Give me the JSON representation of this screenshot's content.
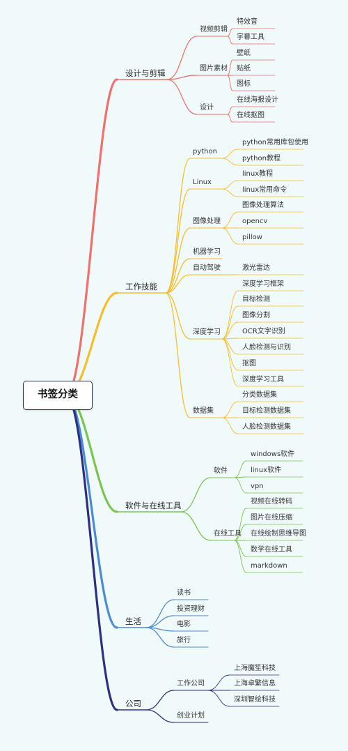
{
  "root": "书签分类",
  "colors": {
    "design": "#f0706a",
    "work": "#f7be29",
    "software": "#7bc452",
    "life": "#4b8ad5",
    "company": "#2d2f80"
  },
  "branches": [
    {
      "label": "设计与剪辑",
      "color": "#f0706a",
      "children": [
        {
          "label": "视频剪辑",
          "children": [
            "特效音",
            "字幕工具"
          ]
        },
        {
          "label": "图片素材",
          "children": [
            "壁纸",
            "贴纸",
            "图标"
          ]
        },
        {
          "label": "设计",
          "children": [
            "在线海报设计",
            "在线抠图"
          ]
        }
      ]
    },
    {
      "label": "工作技能",
      "color": "#f7be29",
      "children": [
        {
          "label": "python",
          "children": [
            "python常用库包使用",
            "python教程"
          ]
        },
        {
          "label": "Linux",
          "children": [
            "linux教程",
            "linux常用命令"
          ]
        },
        {
          "label": "图像处理",
          "children": [
            "图像处理算法",
            "opencv",
            "pillow"
          ]
        },
        {
          "label": "机器学习",
          "children": []
        },
        {
          "label": "自动驾驶",
          "children": [
            "激光雷达"
          ]
        },
        {
          "label": "深度学习",
          "children": [
            "深度学习框架",
            "目标检测",
            "图像分割",
            "OCR文字识别",
            "人脸检测与识别",
            "抠图",
            "深度学习工具"
          ]
        },
        {
          "label": "数据集",
          "children": [
            "分类数据集",
            "目标检测数据集",
            "人脸检测数据集"
          ]
        }
      ]
    },
    {
      "label": "软件与在线工具",
      "color": "#7bc452",
      "children": [
        {
          "label": "软件",
          "children": [
            "windows软件",
            "linux软件",
            "vpn"
          ]
        },
        {
          "label": "在线工具",
          "children": [
            "视频在线转码",
            "图片在线压缩",
            "在线绘制思维导图",
            "数学在线工具",
            "markdown"
          ]
        }
      ]
    },
    {
      "label": "生活",
      "color": "#4b8ad5",
      "children": [
        {
          "label": "读书",
          "children": []
        },
        {
          "label": "投资理财",
          "children": []
        },
        {
          "label": "电影",
          "children": []
        },
        {
          "label": "旅行",
          "children": []
        }
      ]
    },
    {
      "label": "公司",
      "color": "#2d2f80",
      "children": [
        {
          "label": "工作公司",
          "children": [
            "上海魔笙科技",
            "上海卓繁信息",
            "深圳智绘科技"
          ]
        },
        {
          "label": "创业计划",
          "children": []
        }
      ]
    }
  ]
}
